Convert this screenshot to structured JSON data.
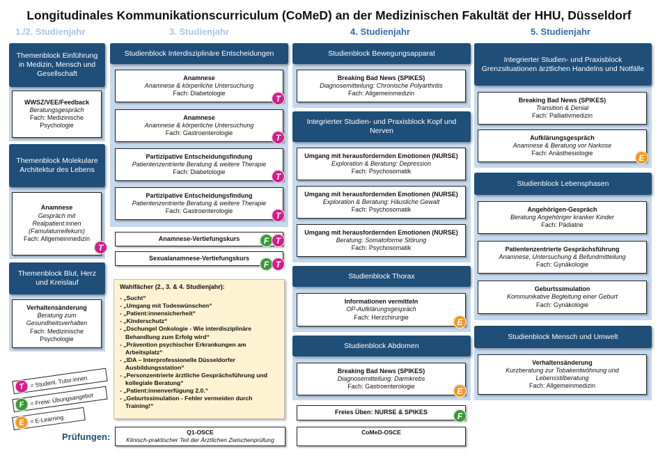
{
  "title": "Longitudinales Kommunikationscurriculum (CoMeD) an der Medizinischen Fakultät der HHU, Düsseldorf",
  "years": {
    "y12": "1./2. Studienjahr",
    "y3": "3. Studienjahr",
    "y4": "4. Studienjahr",
    "y5": "5. Studienjahr"
  },
  "col1": {
    "block1": {
      "header": "Themenblock Einführung in Medizin, Mensch und Gesellschaft",
      "card": {
        "title": "WWSZ/VEE/Feedback",
        "sub": "Beratungsgespräch",
        "fach": "Fach: Medizinische Psychologie"
      }
    },
    "block2": {
      "header": "Themenblock Molekulare Architektur des Lebens",
      "card": {
        "title": "Anamnese",
        "sub": "Gespräch mit Realpatient:innen (Famulaturreifekurs)",
        "fach": "Fach: Allgemeinmedizin"
      }
    },
    "block3": {
      "header": "Themenblock Blut, Herz und Kreislauf",
      "card": {
        "title": "Verhaltensänderung",
        "sub": "Beratung zum Gesundheitsverhalten",
        "fach": "Fach: Medizinische Psychologie"
      }
    }
  },
  "col2": {
    "header": "Studienblock Interdisziplinäre Entscheidungen",
    "cards": [
      {
        "title": "Anamnese",
        "sub": "Anamnese & körperliche Untersuchung",
        "fach": "Fach: Diabetologie"
      },
      {
        "title": "Anamnese",
        "sub": "Anamnese & körperliche Untersuchung",
        "fach": "Fach: Gastroenterologie"
      },
      {
        "title": "Partizipative Entscheidungsfindung",
        "sub": "Patientenzentrierte Beratung & weitere Therapie",
        "fach": "Fach: Diabetologie"
      },
      {
        "title": "Partizipative Entscheidungsfindung",
        "sub": "Patientenzentrierte Beratung & weitere Therapie",
        "fach": "Fach: Gastroenterologie"
      }
    ],
    "extra1": "Anamnese-Vertiefungskurs",
    "extra2": "Sexualanamnese-Vertiefungskurs",
    "wahl": {
      "heading": "Wahlfächer (2., 3. & 4. Studienjahr):",
      "items": [
        "„Sucht“",
        "„Umgang mit Todeswünschen“",
        "„Patient:innensicherheit“",
        "„Kinderschutz“",
        "„Dschungel Onkologie - Wie interdisziplinäre Behandlung zum Erfolg wird“",
        "„Prävention psychischer Erkrankungen am Arbeitsplatz“",
        "„IDA – Interprofessionelle Düsseldorfer Ausbildungsstation“",
        "„Personzentrierte ärztliche Gesprächsführung und kollegiale Beratung“",
        "„Patient:innenverfügung 2.0.“",
        "„Geburtssimulation - Fehler vermeiden durch Training!“"
      ]
    }
  },
  "col3": {
    "block1": {
      "header": "Studienblock Bewegungsapparat",
      "card": {
        "title": "Breaking Bad News (SPIKES)",
        "sub": "Diagnosemitteilung: Chronische Polyarthritis",
        "fach": "Fach: Allgemeinmedizin"
      }
    },
    "block2": {
      "header": "Integrierter Studien- und Praxisblock Kopf und Nerven",
      "cards": [
        {
          "title": "Umgang mit herausfordernden Emotionen (NURSE)",
          "sub": "Exploration & Beratung: Depression",
          "fach": "Fach: Psychosomatik"
        },
        {
          "title": "Umgang mit herausfordernden Emotionen (NURSE)",
          "sub": "Exploration & Beratung: Häusliche Gewalt",
          "fach": "Fach: Psychosomatik"
        },
        {
          "title": "Umgang mit herausfordernden Emotionen (NURSE)",
          "sub": "Beratung: Somatoforme Störung",
          "fach": "Fach: Psychosomatik"
        }
      ]
    },
    "block3": {
      "header": "Studienblock Thorax",
      "card": {
        "title": "Informationen vermitteln",
        "sub": "OP-Aufklärungsgespräch",
        "fach": "Fach: Herzchirurgie"
      }
    },
    "block4": {
      "header": "Studienblock Abdomen",
      "card": {
        "title": "Breaking Bad News (SPIKES)",
        "sub": "Diagnosemitteilung: Darmkrebs",
        "fach": "Fach: Gastroenterologie"
      }
    },
    "extra": "Freies Üben: NURSE & SPIKES"
  },
  "col4": {
    "block1": {
      "header": "Integrierter Studien- und Praxisblock Grenzsituationen ärztlichen Handelns und Notfälle",
      "cards": [
        {
          "title": "Breaking Bad News (SPIKES)",
          "sub": "Transition & Denial",
          "fach": "Fach: Palliativmedizin"
        },
        {
          "title": "Aufklärungsgespräch",
          "sub": "Anamnese & Beratung vor Narkose",
          "fach": "Fach: Anästhesiologie"
        }
      ]
    },
    "block2": {
      "header": "Studienblock Lebensphasen",
      "cards": [
        {
          "title": "Angehörigen-Gespräch",
          "sub": "Beratung Angehöriger kranker Kinder",
          "fach": "Fach: Pädiatrie"
        },
        {
          "title": "Patientenzentrierte Gesprächsführung",
          "sub": "Anamnese, Untersuchung & Befundmitteilung",
          "fach": "Fach: Gynäkologie"
        },
        {
          "title": "Geburtssimulation",
          "sub": "Kommunikative Begleitung einer Geburt",
          "fach": "Fach: Gynäkologie"
        }
      ]
    },
    "block3": {
      "header": "Studienblock Mensch und Umwelt",
      "card": {
        "title": "Verhaltensänderung",
        "sub": "Kurzberatung zur Tobakentwöhnung und Lebensstilberatung",
        "fach": "Fach: Allgemeinmedizin"
      }
    }
  },
  "badges": {
    "T": "T",
    "F": "F",
    "E": "E"
  },
  "legend": {
    "T": "= Student. Tutor:innen",
    "F": "= Freiw. Übungsangebot",
    "E": "= E-Learning"
  },
  "exams": {
    "label": "Prüfungen:",
    "q1_title": "Q1-OSCE",
    "q1_sub": "Klinisch-praktischer Teil der Ärztlichen Zwischenprüfung",
    "comed": "CoMeD-OSCE"
  },
  "colors": {
    "header_bg": "#1f4e79",
    "panel_bg": "#c6d8ec",
    "tutor_badge": "#d81b8c",
    "free_badge": "#3a9a3a",
    "elearning_badge": "#f39a1a",
    "wahl_bg": "#fdf3d2"
  }
}
